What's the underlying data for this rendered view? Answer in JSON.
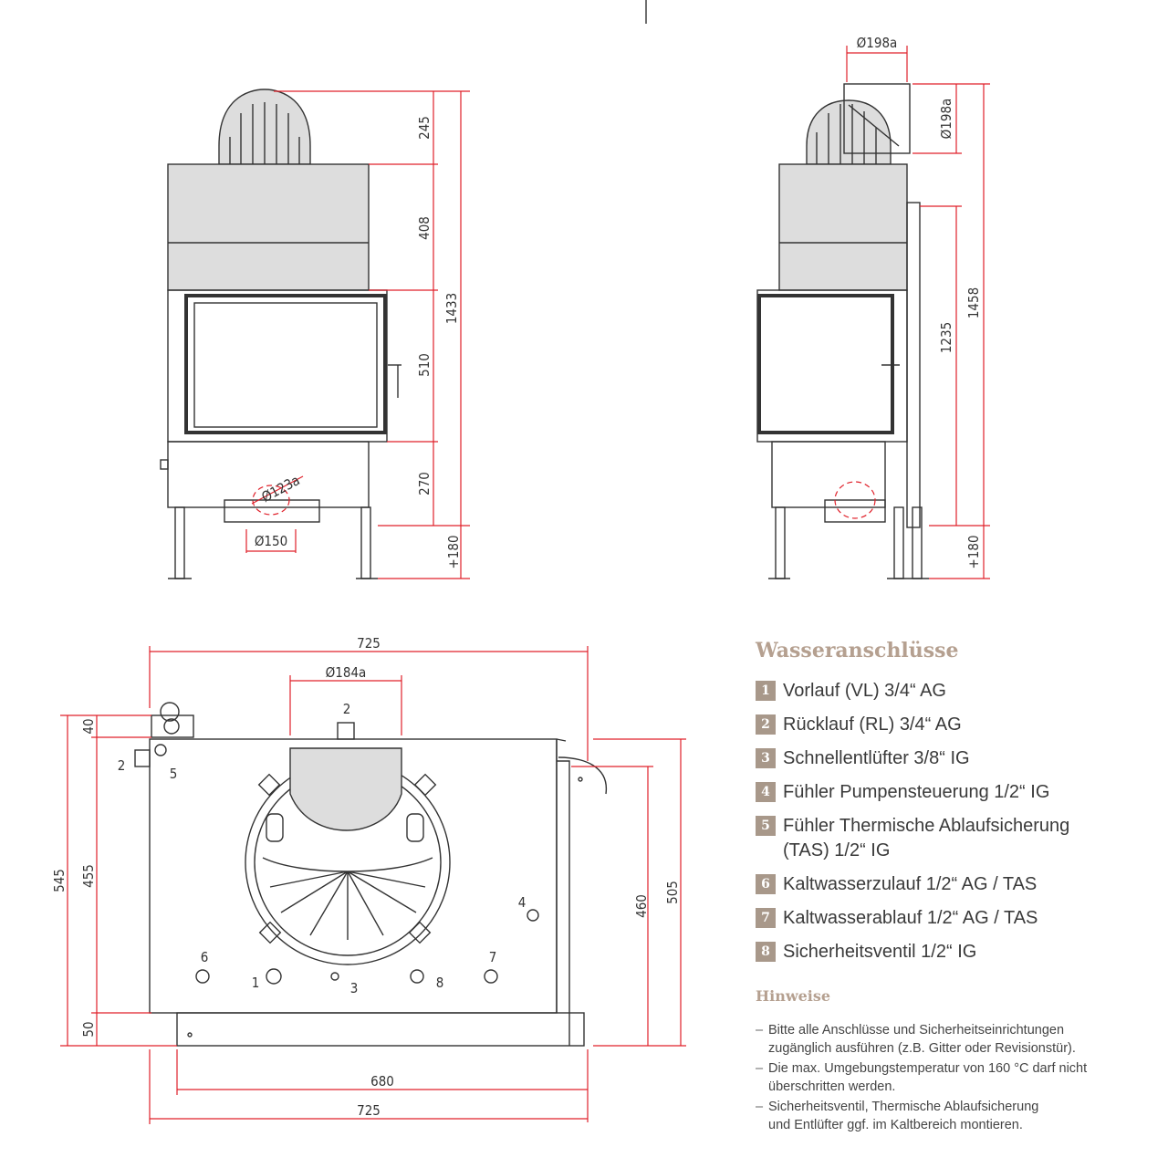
{
  "front_view": {
    "dims": [
      "245",
      "408",
      "510",
      "1433",
      "270",
      "+180"
    ],
    "labels": [
      "Ø123a",
      "Ø150"
    ]
  },
  "side_view": {
    "dims": [
      "Ø198a",
      "Ø198a",
      "1235",
      "1458",
      "+180"
    ]
  },
  "top_view": {
    "dims": {
      "width_top": "725",
      "duct": "Ø184a",
      "h_40": "40",
      "h_455": "455",
      "h_545": "545",
      "h_50": "50",
      "h_460": "460",
      "h_505": "505",
      "width_680": "680",
      "width_bottom": "725"
    },
    "connector_labels": [
      "2",
      "2",
      "5",
      "4",
      "6",
      "1",
      "3",
      "8",
      "7"
    ]
  },
  "legend": {
    "title": "Wasseranschlüsse",
    "items": [
      {
        "num": "1",
        "text": "Vorlauf (VL) 3/4“ AG"
      },
      {
        "num": "2",
        "text": "Rücklauf (RL) 3/4“ AG"
      },
      {
        "num": "3",
        "text": "Schnellentlüfter 3/8“ IG"
      },
      {
        "num": "4",
        "text": "Fühler Pumpensteuerung 1/2“ IG"
      },
      {
        "num": "5",
        "text": "Fühler Thermische Ablaufsicherung\n(TAS) 1/2“ IG"
      },
      {
        "num": "6",
        "text": "Kaltwasserzulauf 1/2“ AG / TAS"
      },
      {
        "num": "7",
        "text": "Kaltwasserablauf 1/2“ AG / TAS"
      },
      {
        "num": "8",
        "text": "Sicherheitsventil 1/2“ IG"
      }
    ]
  },
  "notes": {
    "title": "Hinweise",
    "items": [
      "Bitte alle Anschlüsse und Sicherheitseinrichtungen\nzugänglich ausführen (z.B. Gitter oder Revisionstür).",
      "Die max. Umgebungstemperatur von 160 °C darf nicht\nüberschritten werden.",
      "Sicherheitsventil, Thermische Ablaufsicherung\nund Entlüfter ggf. im Kaltbereich montieren."
    ]
  },
  "colors": {
    "dimension": "#e0202a",
    "outline": "#333333",
    "accent": "#a8988a",
    "heading": "#b5a090"
  }
}
